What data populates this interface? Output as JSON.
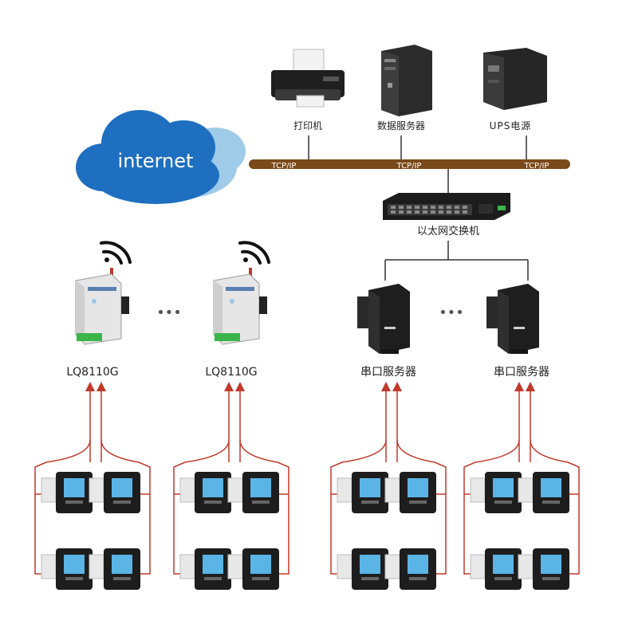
{
  "cloud": {
    "label": "internet",
    "fill": "#1e6fc0"
  },
  "bus": {
    "color": "#7b4a1a",
    "labels": [
      "TCP/IP",
      "TCP/IP",
      "TCP/IP"
    ]
  },
  "top_devices": [
    {
      "label": "打印机",
      "icon": "printer-icon"
    },
    {
      "label": "数据服务器",
      "icon": "server-tower-icon"
    },
    {
      "label": "UPS电源",
      "icon": "ups-icon"
    }
  ],
  "switch": {
    "label": "以太网交换机",
    "icon": "ethernet-switch-icon"
  },
  "groups": [
    {
      "label": "LQ8110G",
      "kind": "wireless",
      "icon": "lq8110g-gateway-icon"
    },
    {
      "label": "LQ8110G",
      "kind": "wireless",
      "icon": "lq8110g-gateway-icon"
    },
    {
      "label": "串口服务器",
      "kind": "serial",
      "icon": "serial-server-icon"
    },
    {
      "label": "串口服务器",
      "kind": "serial",
      "icon": "serial-server-icon"
    }
  ],
  "ellipsis": "•••",
  "colors": {
    "wiring": "#c0392b",
    "switch_link": "#333333",
    "meter_screen": "#5ab4e6"
  }
}
